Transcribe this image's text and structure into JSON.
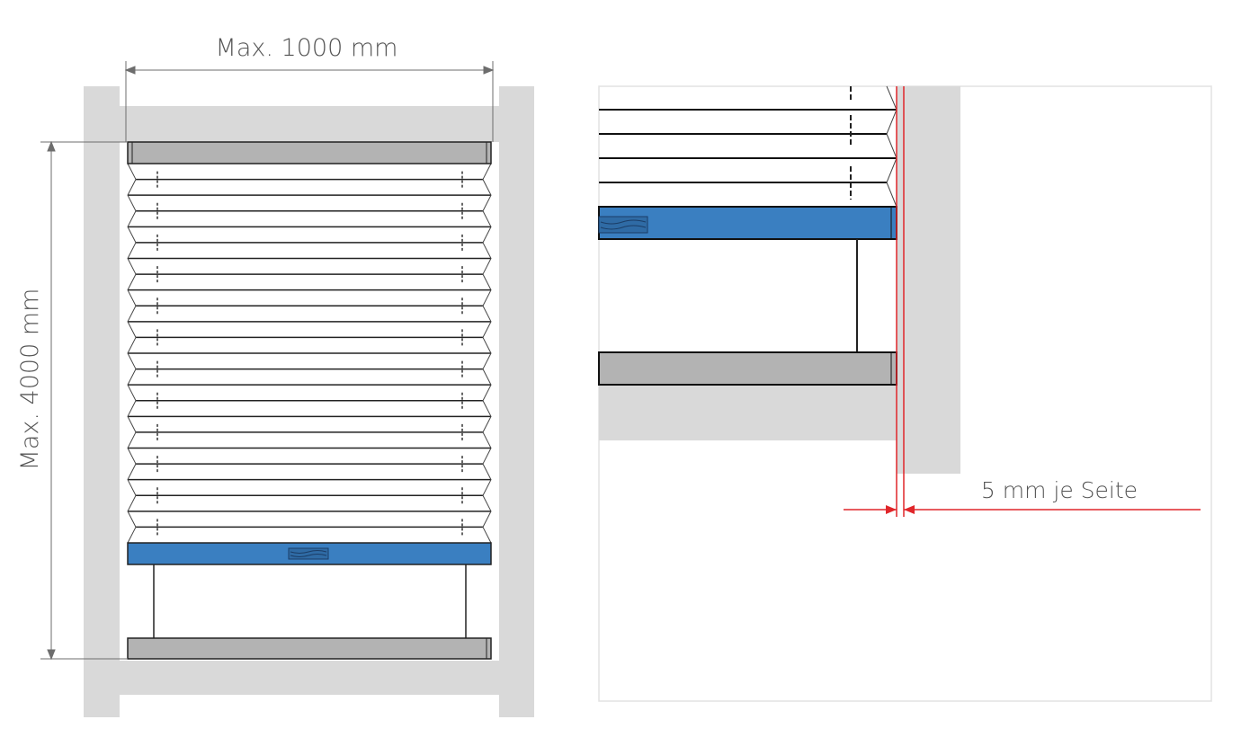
{
  "labels": {
    "max_width": "Max. 1000 mm",
    "max_height": "Max. 4000 mm",
    "side_gap": "5 mm je Seite"
  },
  "colors": {
    "wall": "#d9d9d9",
    "rail": "#b3b3b3",
    "blue_bar": "#3a7fc1",
    "dimension_red": "#e0262a",
    "dimension_gray": "#6d6d6d"
  }
}
